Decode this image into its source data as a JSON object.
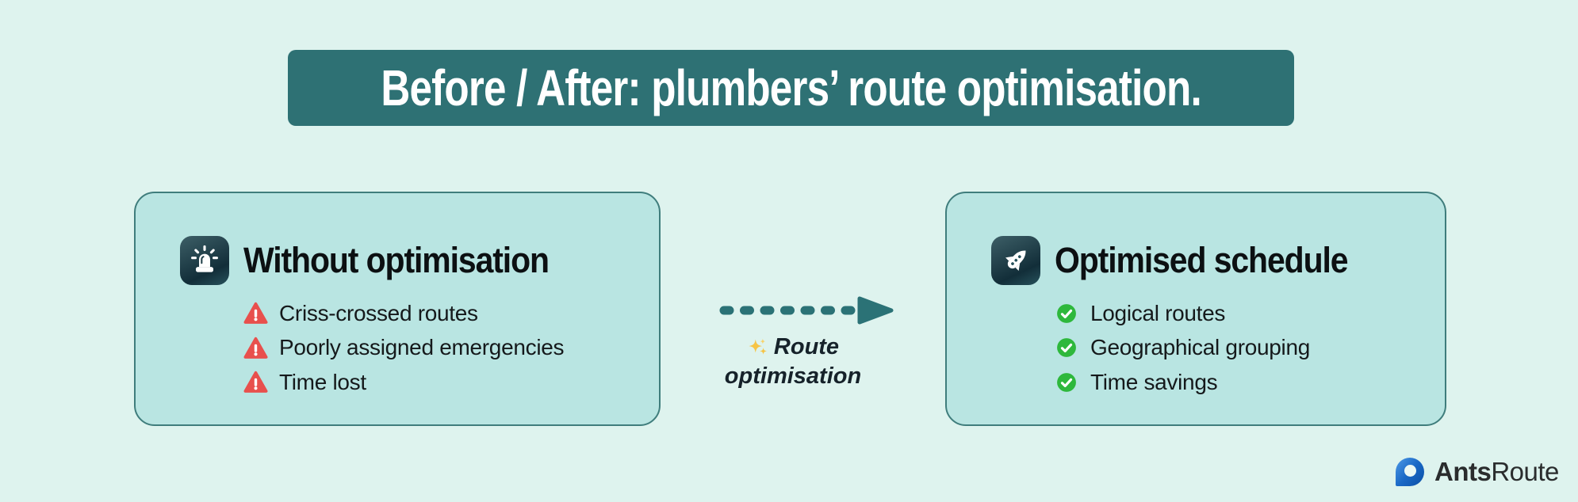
{
  "banner": {
    "title": "Before / After: plumbers’ route optimisation."
  },
  "before_card": {
    "icon": "siren",
    "title": "Without optimisation",
    "items": [
      "Criss-crossed routes",
      "Poorly assigned emergencies",
      "Time lost"
    ]
  },
  "after_card": {
    "icon": "rocket",
    "title": "Optimised schedule",
    "items": [
      "Logical routes",
      "Geographical grouping",
      "Time savings"
    ]
  },
  "connector": {
    "line1": "Route",
    "line2": "optimisation"
  },
  "brand": {
    "bold": "Ants",
    "regular": "Route"
  },
  "colors": {
    "background": "#def3ee",
    "banner_teal": "#2e7174",
    "card_fill": "#b9e5e2",
    "card_border": "#3f7d7c",
    "arrow_teal": "#2b7276",
    "warning_red": "#e8504d",
    "success_green": "#2eb83c",
    "sparkle_gold": "#f6c445",
    "logo_blue": "#1a68c6"
  }
}
